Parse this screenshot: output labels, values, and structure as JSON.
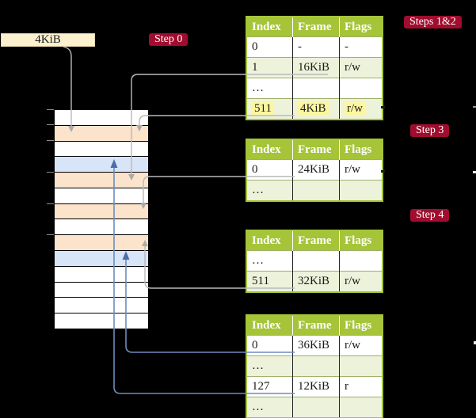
{
  "title_box": {
    "label": "4KiB"
  },
  "labels": {
    "step0": "Step 0",
    "steps12": "Steps 1&2",
    "step3": "Step 3",
    "step4": "Step 4"
  },
  "memory_strip": {
    "frame_size_per_row": "4KiB",
    "rows": [
      "white",
      "orange",
      "white",
      "blue",
      "orange",
      "white",
      "orange",
      "white",
      "orange",
      "blue",
      "white",
      "white",
      "white",
      "white"
    ],
    "tick_row_boundaries": [
      0,
      1,
      2,
      4,
      6,
      8
    ]
  },
  "tables": [
    {
      "id": "steps12",
      "headers": [
        "Index",
        "Frame",
        "Flags"
      ],
      "rows": [
        {
          "cells": [
            "0",
            "-",
            "-"
          ],
          "shaded": false,
          "highlight": false
        },
        {
          "cells": [
            "1",
            "16KiB",
            "r/w"
          ],
          "shaded": true,
          "highlight": false
        },
        {
          "cells": [
            "…",
            "",
            ""
          ],
          "shaded": false,
          "highlight": false
        },
        {
          "cells": [
            "511",
            "4KiB",
            "r/w"
          ],
          "shaded": true,
          "highlight": true
        }
      ]
    },
    {
      "id": "step3",
      "headers": [
        "Index",
        "Frame",
        "Flags"
      ],
      "rows": [
        {
          "cells": [
            "0",
            "24KiB",
            "r/w"
          ],
          "shaded": false,
          "highlight": false
        },
        {
          "cells": [
            "…",
            "",
            ""
          ],
          "shaded": true,
          "highlight": false
        }
      ]
    },
    {
      "id": "step4",
      "headers": [
        "Index",
        "Frame",
        "Flags"
      ],
      "rows": [
        {
          "cells": [
            "…",
            "",
            ""
          ],
          "shaded": false,
          "highlight": false
        },
        {
          "cells": [
            "511",
            "32KiB",
            "r/w"
          ],
          "shaded": true,
          "highlight": false
        }
      ]
    },
    {
      "id": "final",
      "headers": [
        "Index",
        "Frame",
        "Flags"
      ],
      "rows": [
        {
          "cells": [
            "0",
            "36KiB",
            "r/w"
          ],
          "shaded": false,
          "highlight": false
        },
        {
          "cells": [
            "…",
            "",
            ""
          ],
          "shaded": true,
          "highlight": false
        },
        {
          "cells": [
            "127",
            "12KiB",
            "r"
          ],
          "shaded": false,
          "highlight": false
        },
        {
          "cells": [
            "…",
            "",
            ""
          ],
          "shaded": true,
          "highlight": false
        }
      ]
    }
  ],
  "colors": {
    "label_bg": "#a00d2e",
    "label_text": "#ffffff",
    "header_bg": "#a5c438",
    "row_shaded": "#edf2da",
    "highlight": "#fdf6a0",
    "mem_orange": "#fce3cb",
    "mem_blue": "#d8e4f7",
    "box_bg": "#fcf1cf",
    "arrow_gray": "#b9b9b9",
    "arrow_gray_head": "#ababab",
    "arrow_blue": "#6b8cbf",
    "arrow_blue_head": "#4a6ea8"
  }
}
